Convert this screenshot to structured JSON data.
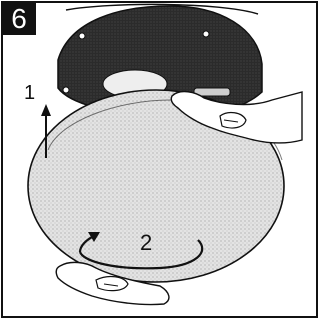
{
  "step": {
    "number": "6"
  },
  "labels": {
    "lift_step": "1",
    "rotate_step": "2"
  },
  "colors": {
    "ink": "#111111",
    "fixture_base": "#2b2b2b",
    "glass_cover": "#d9d9d9",
    "paper": "#ffffff"
  }
}
